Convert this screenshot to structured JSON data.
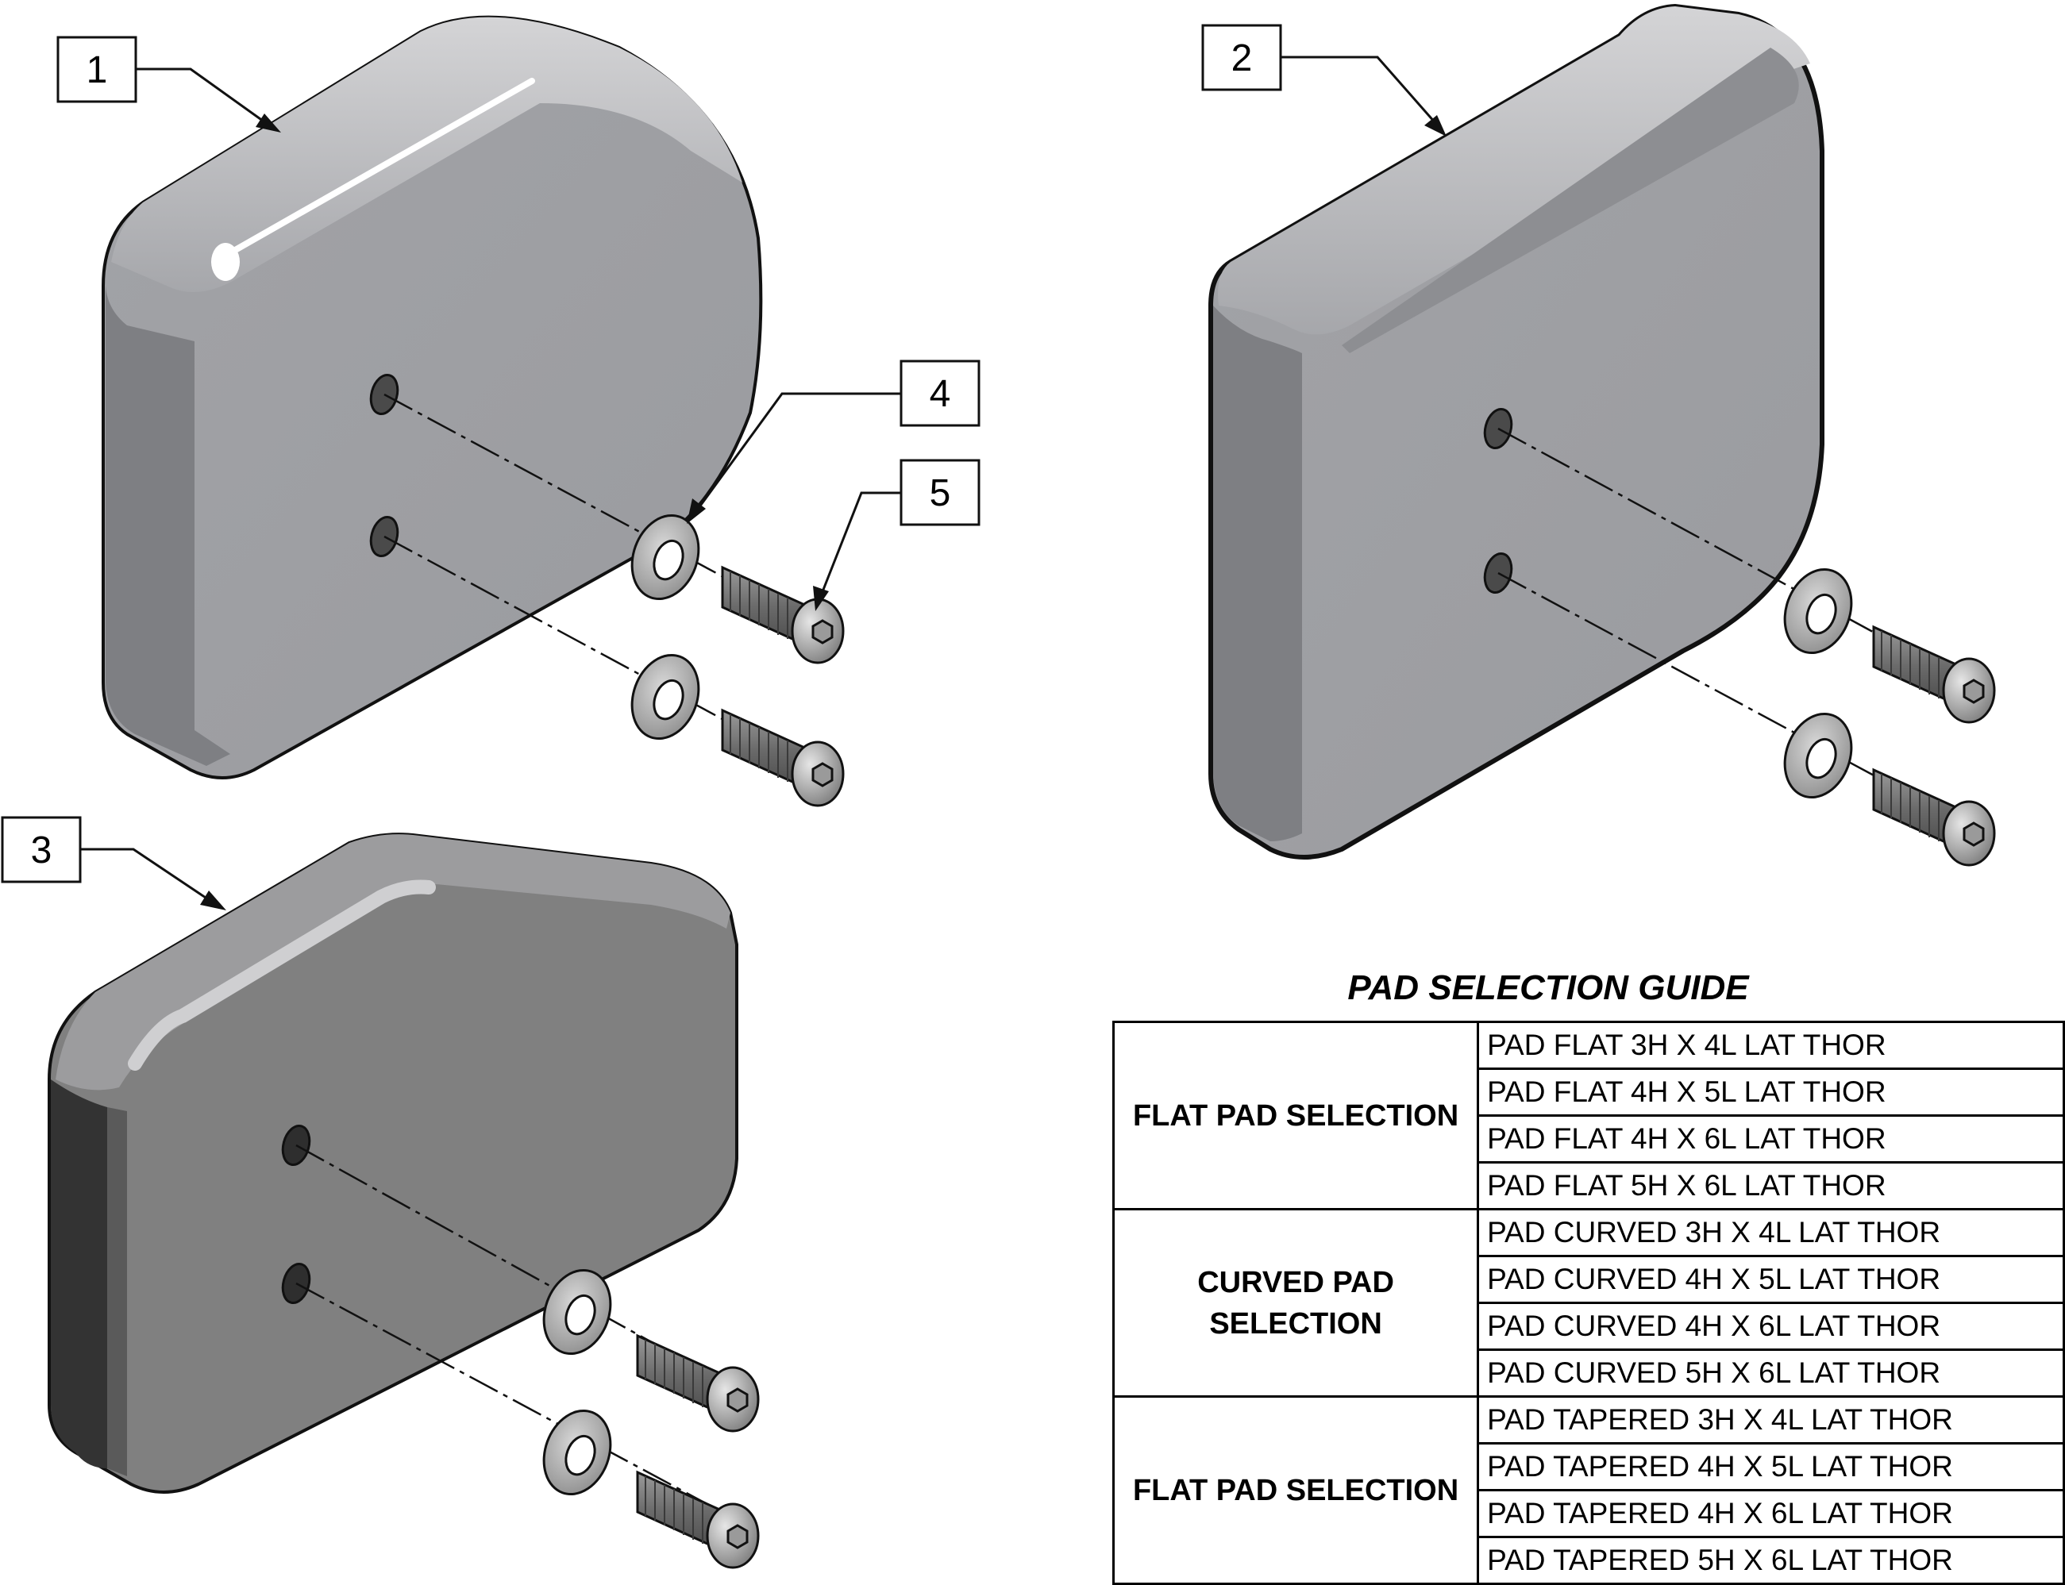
{
  "callouts": [
    {
      "id": "callout-1",
      "label": "1"
    },
    {
      "id": "callout-2",
      "label": "2"
    },
    {
      "id": "callout-3",
      "label": "3"
    },
    {
      "id": "callout-4",
      "label": "4"
    },
    {
      "id": "callout-5",
      "label": "5"
    }
  ],
  "guide": {
    "title": "PAD SELECTION GUIDE",
    "groups": [
      {
        "name": "FLAT PAD SELECTION",
        "items": [
          "PAD FLAT 3H X 4L LAT THOR",
          "PAD FLAT 4H X 5L LAT THOR",
          "PAD FLAT 4H X 6L LAT THOR",
          "PAD FLAT 5H X 6L LAT THOR"
        ]
      },
      {
        "name": "CURVED PAD SELECTION",
        "items": [
          "PAD CURVED 3H X 4L LAT THOR",
          "PAD CURVED 4H X 5L LAT THOR",
          "PAD CURVED 4H X 6L LAT THOR",
          "PAD CURVED 5H X 6L LAT THOR"
        ]
      },
      {
        "name": "FLAT PAD SELECTION",
        "items": [
          "PAD TAPERED 3H X 4L LAT THOR",
          "PAD TAPERED 4H X 5L LAT THOR",
          "PAD TAPERED 4H X 6L LAT THOR",
          "PAD TAPERED 5H X 6L LAT THOR"
        ]
      }
    ]
  }
}
